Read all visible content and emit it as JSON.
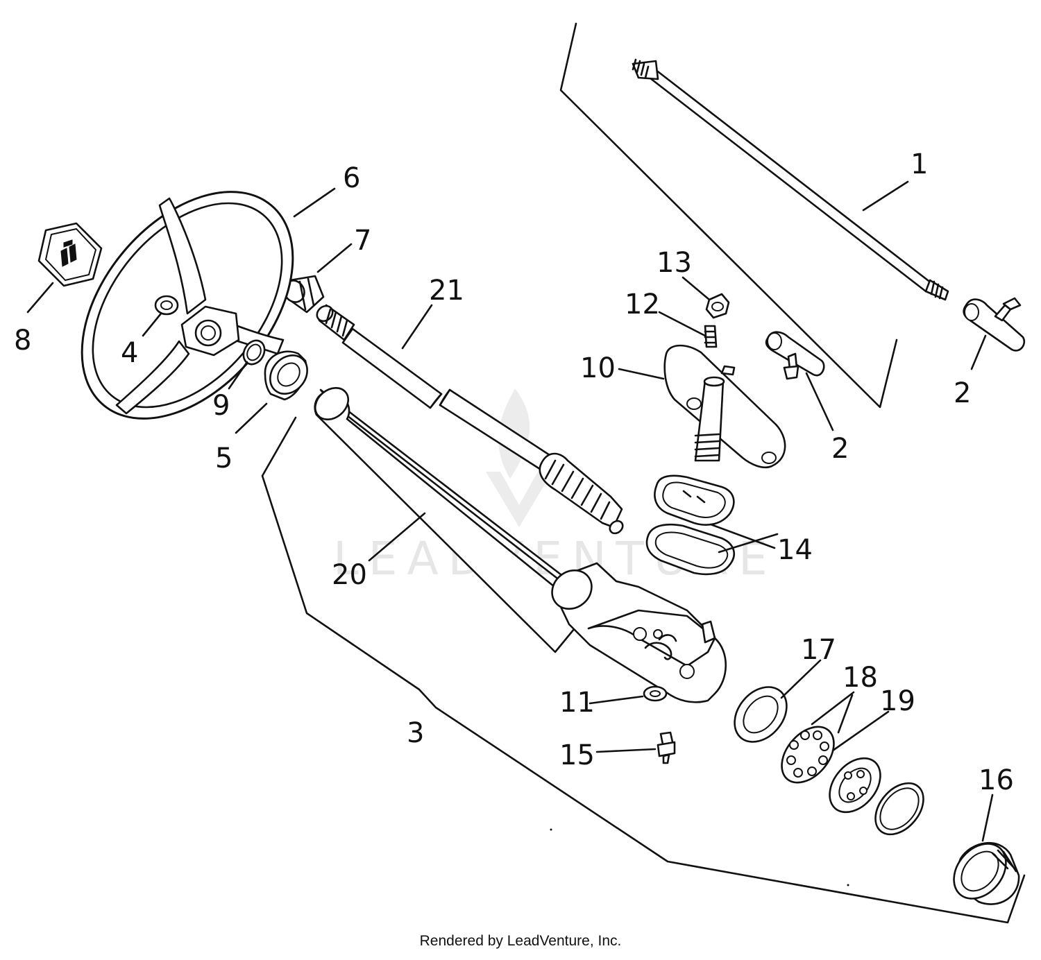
{
  "watermark": "LEADVENTURE",
  "footer": "Rendered by LeadVenture, Inc.",
  "callouts": {
    "c1": "1",
    "c2a": "2",
    "c2b": "2",
    "c3": "3",
    "c4": "4",
    "c5": "5",
    "c6": "6",
    "c7": "7",
    "c8": "8",
    "c9": "9",
    "c10": "10",
    "c11": "11",
    "c12": "12",
    "c13": "13",
    "c14": "14",
    "c15": "15",
    "c16": "16",
    "c17": "17",
    "c18": "18",
    "c19": "19",
    "c20": "20",
    "c21": "21"
  },
  "parts": [
    {
      "id": "tie-rod",
      "callout": "1"
    },
    {
      "id": "tie-rod-end",
      "callout": "2"
    },
    {
      "id": "steering-column-assembly",
      "callout": "3"
    },
    {
      "id": "wheel-nut-washer",
      "callout": "4"
    },
    {
      "id": "upper-bushing",
      "callout": "5"
    },
    {
      "id": "steering-wheel",
      "callout": "6"
    },
    {
      "id": "spline-adapter",
      "callout": "7"
    },
    {
      "id": "emblem-cap",
      "callout": "8"
    },
    {
      "id": "retaining-ring",
      "callout": "9"
    },
    {
      "id": "steering-arm",
      "callout": "10"
    },
    {
      "id": "lock-washer",
      "callout": "11"
    },
    {
      "id": "grease-fitting",
      "callout": "12"
    },
    {
      "id": "nut",
      "callout": "13"
    },
    {
      "id": "gasket-shim",
      "callout": "14"
    },
    {
      "id": "lube-fitting",
      "callout": "15"
    },
    {
      "id": "adjusting-plug",
      "callout": "16"
    },
    {
      "id": "bearing-cup",
      "callout": "17"
    },
    {
      "id": "ball-bearing",
      "callout": "18"
    },
    {
      "id": "bearing-race",
      "callout": "19"
    },
    {
      "id": "column-tube",
      "callout": "20"
    },
    {
      "id": "steering-shaft-worm",
      "callout": "21"
    }
  ]
}
